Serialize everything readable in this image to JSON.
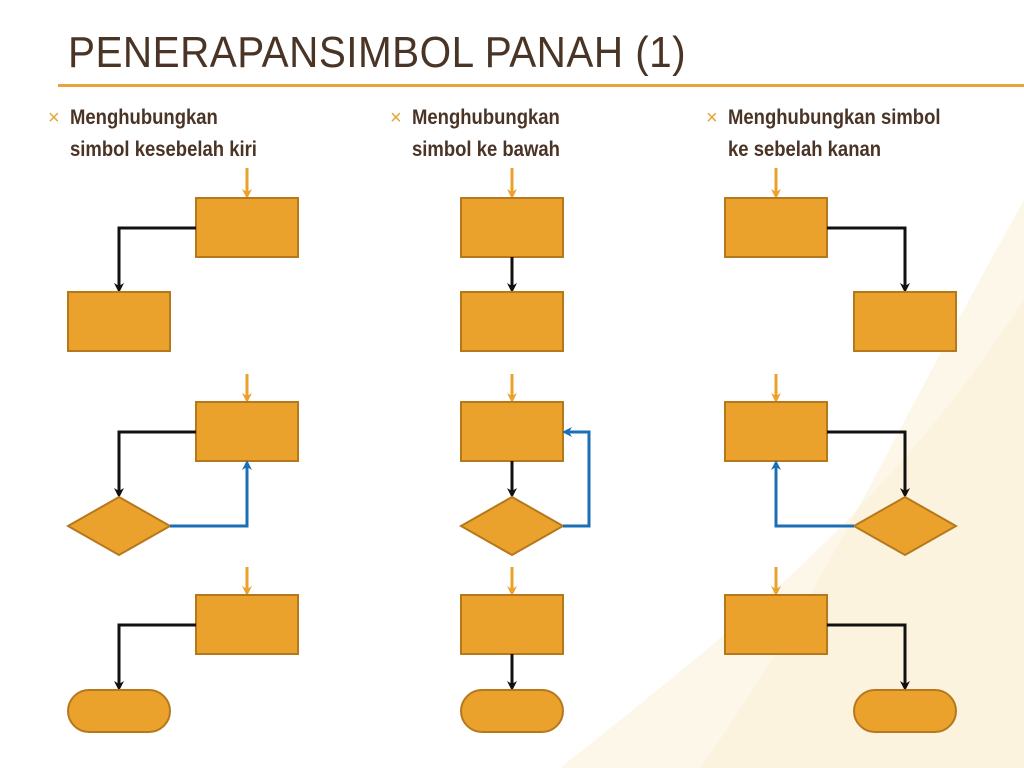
{
  "title": "PENERAPANSIMBOL PANAH (1)",
  "bullet_mark": "×",
  "columns": [
    {
      "lines": [
        "Menghubungkan",
        "simbol kesebelah kiri"
      ]
    },
    {
      "lines": [
        "Menghubungkan",
        "simbol ke bawah"
      ]
    },
    {
      "lines": [
        "Menghubungkan simbol",
        "ke sebelah kanan"
      ]
    }
  ],
  "colors": {
    "title_text": "#4a3426",
    "accent": "#e8a33a",
    "shape_fill": "#eba22d",
    "shape_stroke": "#b5781d",
    "connector": "#111111",
    "loop_arrow": "#1b6fb5"
  }
}
